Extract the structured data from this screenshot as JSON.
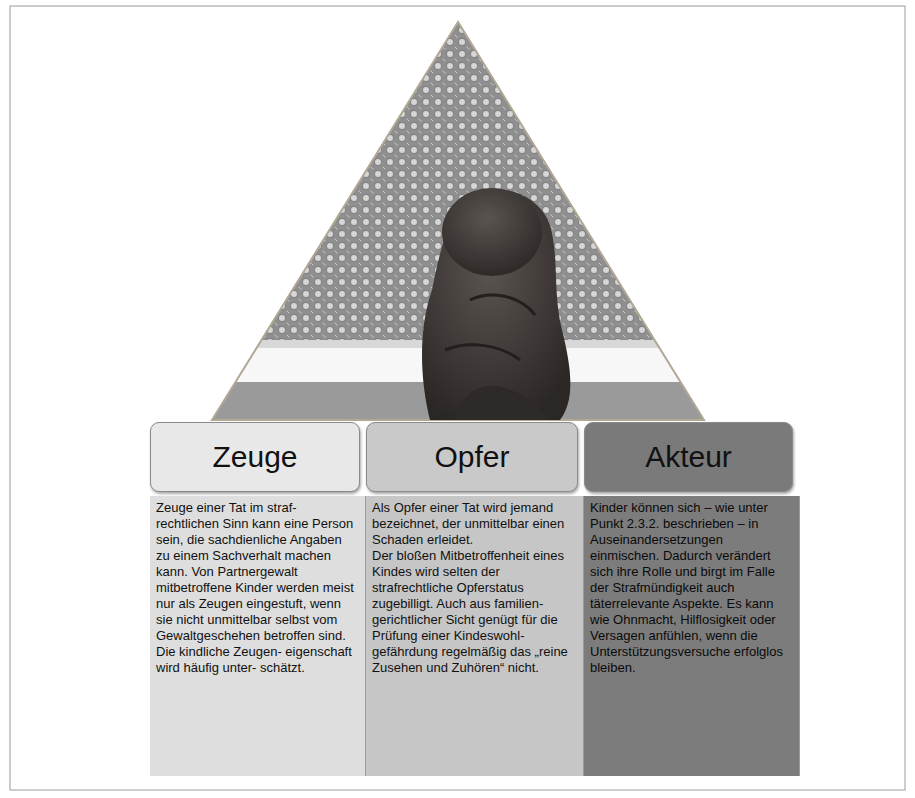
{
  "diagram": {
    "nodes": [
      {
        "text": [
          "Zeuge"
        ]
      },
      {
        "text": [
          "Opfer"
        ]
      },
      {
        "text": [
          "Akteur"
        ]
      },
      {
        "text": [
          "Zeuge einer Tat im straf- rechtlichen Sinn kann eine Person sein, die sachdienliche Angaben zu einem Sachverhalt machen kann. Von Partnergewalt mitbetroffene Kinder werden meist nur als Zeugen eingestuft, wenn sie nicht unmittelbar selbst vom Gewaltgeschehen betroffen sind. Die kindliche Zeugen- eigenschaft wird häufig unter- schätzt."
        ]
      },
      {
        "text": [
          "Als Opfer einer Tat wird jemand bezeichnet, der unmittelbar einen Schaden erleidet.",
          "Der bloßen Mitbetroffenheit eines Kindes wird selten der strafrechtliche Opferstatus zugebilligt. Auch aus familien- gerichtlicher Sicht genügt für die Prüfung einer Kindeswohl- gefährdung regelmäßig das „reine Zusehen und Zuhören“ nicht."
        ]
      },
      {
        "text": [
          "Kinder können sich – wie unter Punkt 2.3.2. beschrieben – in Auseinandersetzungen einmischen. Dadurch verändert sich ihre Rolle und birgt im Falle der Strafmündigkeit auch täterrelevante Aspekte. Es kann wie Ohnmacht, Hilflosigkeit oder Versagen anfühlen, wenn die Unterstützungsversuche erfolglos bleiben."
        ]
      }
    ]
  }
}
